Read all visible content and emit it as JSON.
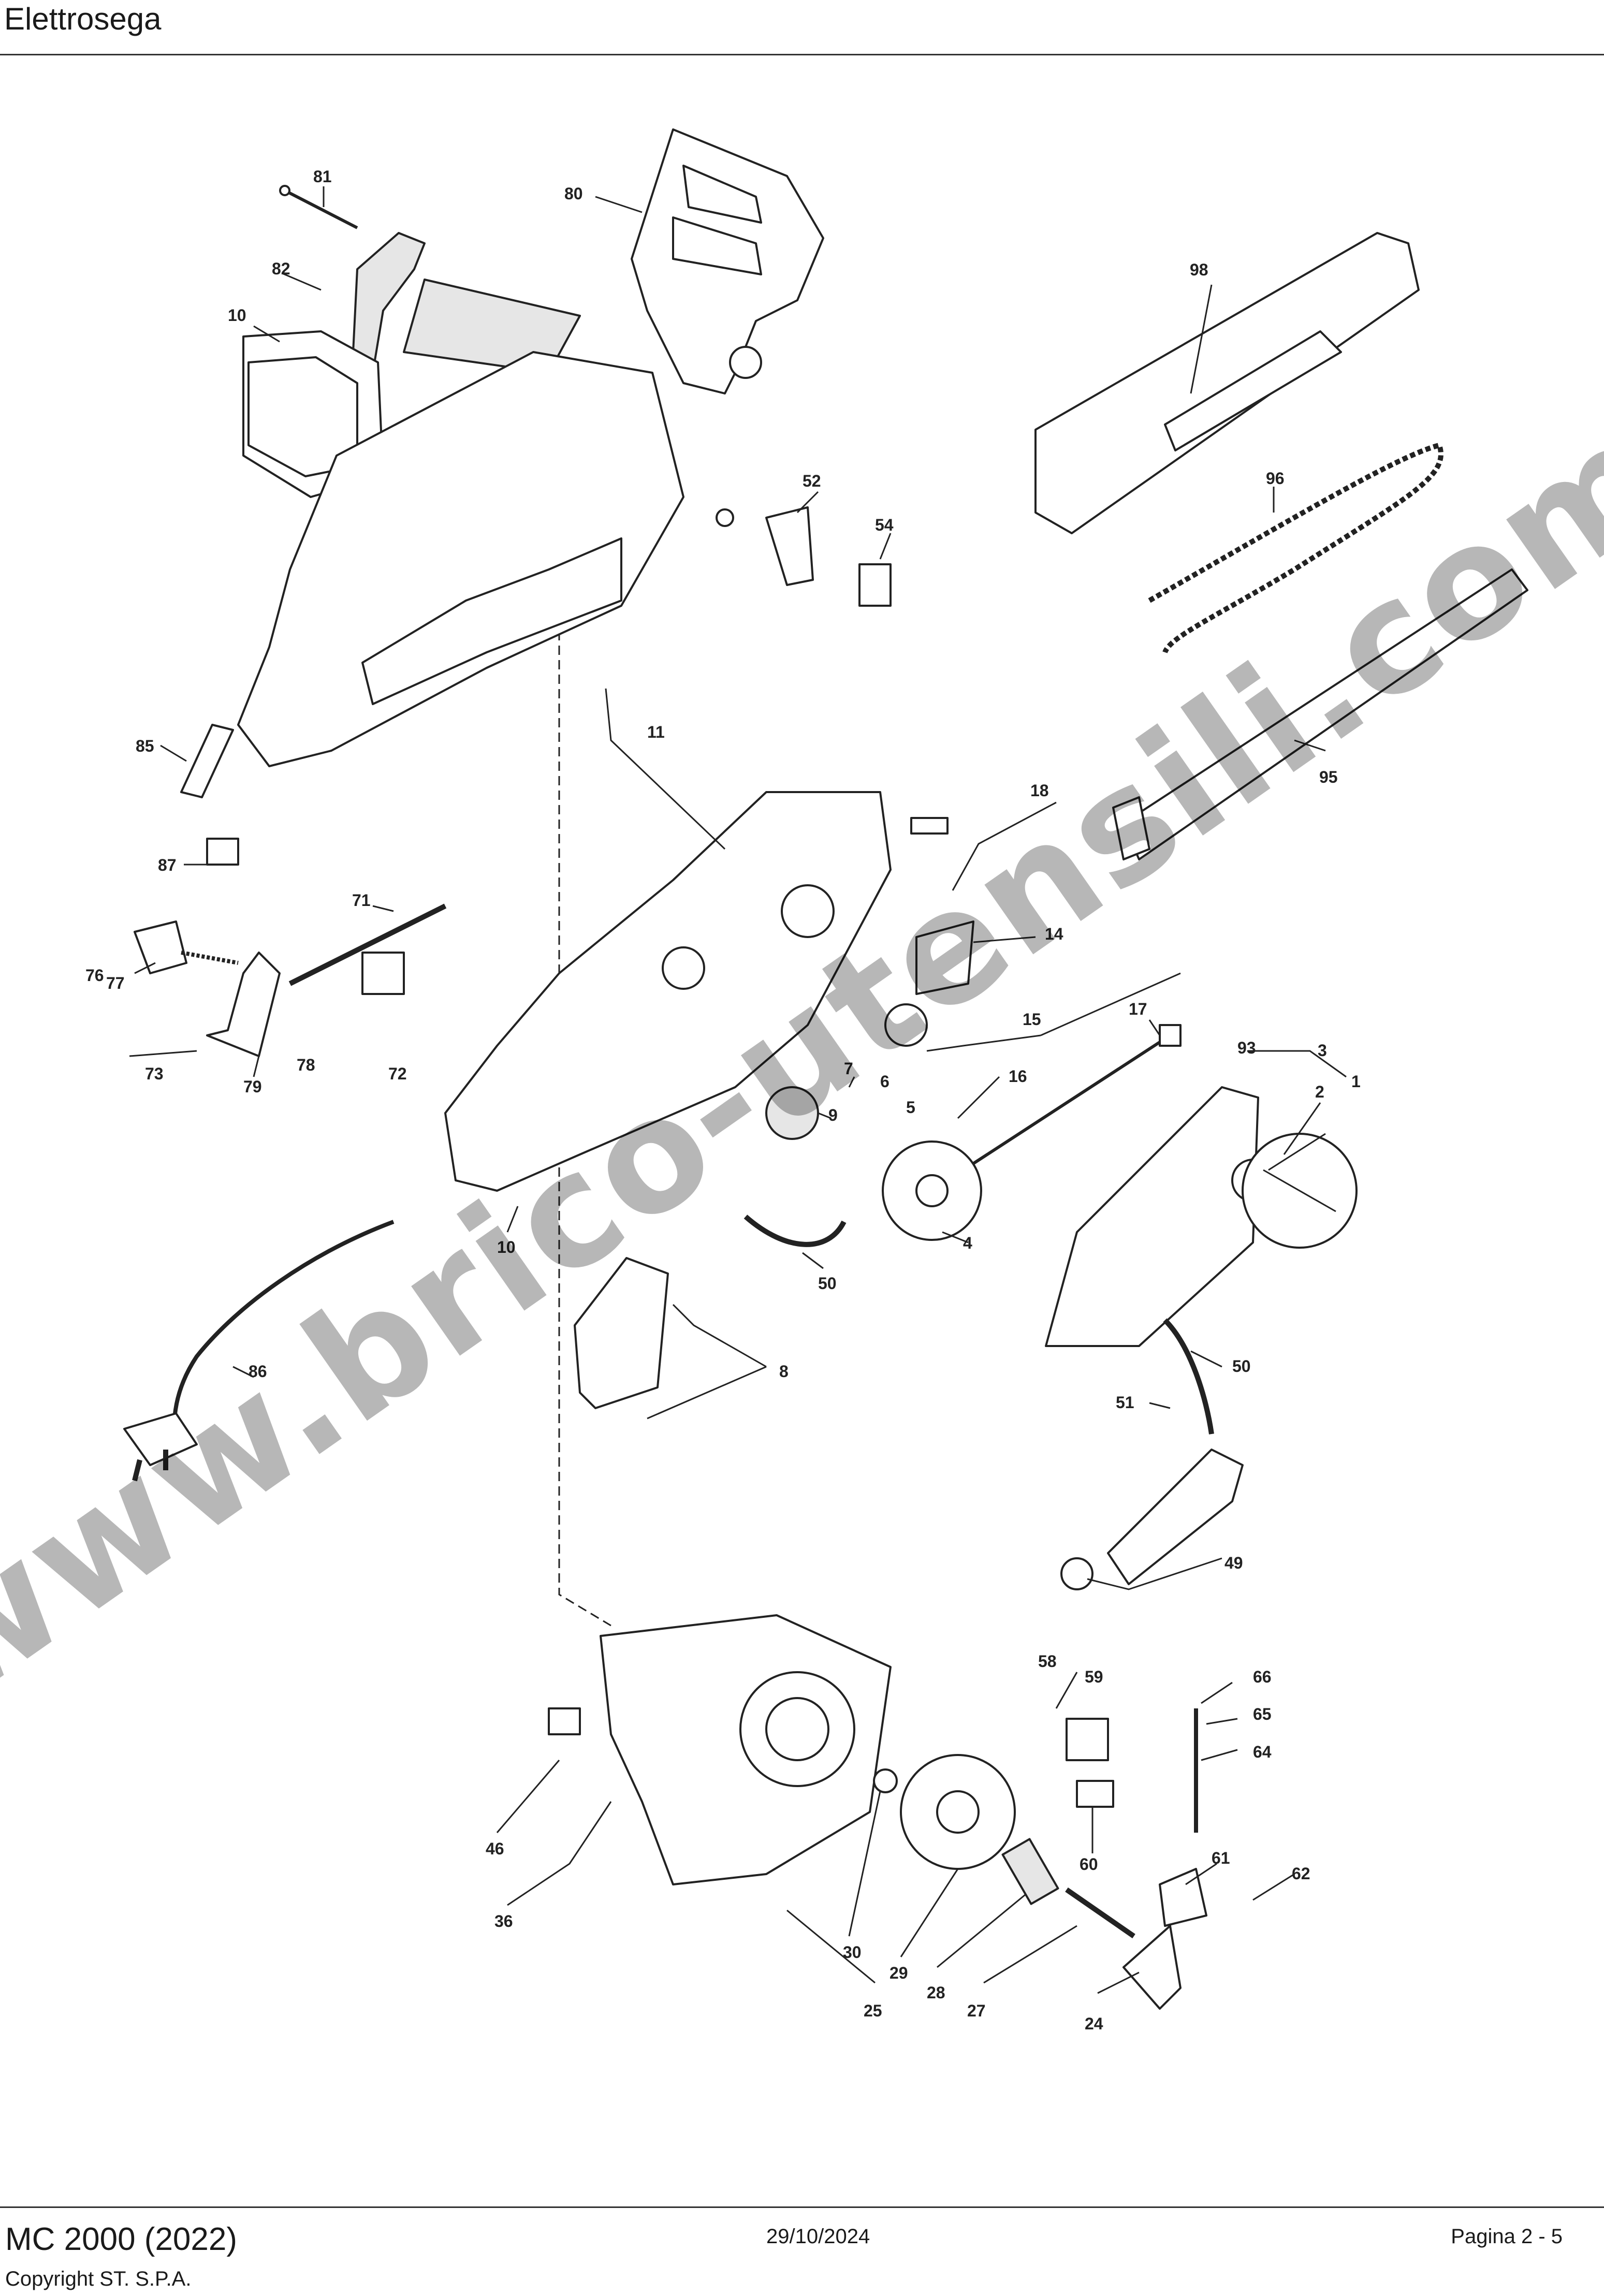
{
  "header": {
    "title": "Elettrosega"
  },
  "watermark": "www.brico-utensili.com",
  "footer": {
    "model": "MC 2000 (2022)",
    "copyright": "Copyright ST. S.P.A.",
    "date": "29/10/2024",
    "page": "Pagina 2 - 5"
  },
  "callouts": [
    "81",
    "80",
    "98",
    "82",
    "10",
    "52",
    "54",
    "96",
    "85",
    "11",
    "95",
    "87",
    "18",
    "71",
    "14",
    "76",
    "15",
    "17",
    "93",
    "3",
    "77",
    "7",
    "6",
    "16",
    "2",
    "1",
    "73",
    "79",
    "78",
    "72",
    "5",
    "9",
    "4",
    "10",
    "50",
    "86",
    "8",
    "50",
    "51",
    "49",
    "66",
    "58",
    "59",
    "65",
    "64",
    "46",
    "60",
    "61",
    "62",
    "36",
    "30",
    "29",
    "28",
    "25",
    "27",
    "24"
  ]
}
